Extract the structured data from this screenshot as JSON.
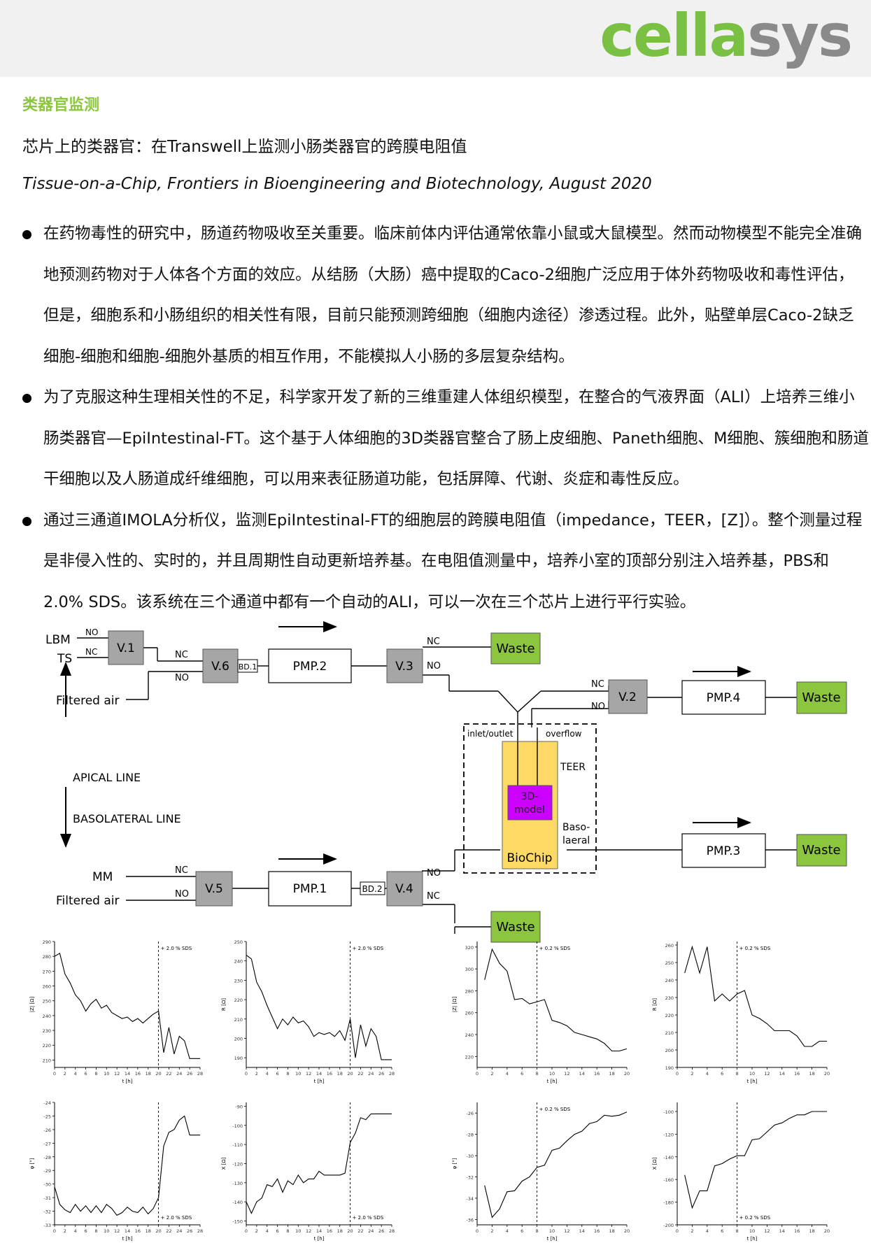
{
  "header": {
    "logo_left": "cella",
    "logo_right": "sys",
    "green": "#7ac143",
    "gray": "#8a8a8a"
  },
  "section_title": "类器官监测",
  "subtitle": "芯片上的类器官：在Transwell上监测小肠类器官的跨膜电阻值",
  "citation": "Tissue-on-a-Chip, Frontiers in Bioengineering and Biotechnology, August 2020",
  "bullets": [
    "在药物毒性的研究中，肠道药物吸收至关重要。临床前体内评估通常依靠小鼠或大鼠模型。然而动物模型不能完全准确地预测药物对于人体各个方面的效应。从结肠（大肠）癌中提取的Caco-2细胞广泛应用于体外药物吸收和毒性评估，但是，细胞系和小肠组织的相关性有限，目前只能预测跨细胞（细胞内途径）渗透过程。此外，贴壁单层Caco-2缺乏细胞-细胞和细胞-细胞外基质的相互作用，不能模拟人小肠的多层复杂结构。",
    "为了克服这种生理相关性的不足，科学家开发了新的三维重建人体组织模型，在整合的气液界面（ALI）上培养三维小肠类器官—EpiIntestinal-FT。这个基于人体细胞的3D类器官整合了肠上皮细胞、Paneth细胞、M细胞、簇细胞和肠道干细胞以及人肠道成纤维细胞，可以用来表征肠道功能，包括屏障、代谢、炎症和毒性反应。",
    "通过三通道IMOLA分析仪，监测EpiIntestinal-FT的细胞层的跨膜电阻值（impedance，TEER，[Z]）。整个测量过程是非侵入性的、实时的，并且周期性自动更新培养基。在电阻值测量中，培养小室的顶部分别注入培养基，PBS和2.0% SDS。该系统在三个通道中都有一个自动的ALI，可以一次在三个芯片上进行平行实验。"
  ],
  "diagram": {
    "inputs": {
      "lbm": "LBM",
      "ts": "TS",
      "filtered_air_top": "Filtered air",
      "mm": "MM",
      "filtered_air_bottom": "Filtered air"
    },
    "valves": {
      "v1": "V.1",
      "v2": "V.2",
      "v3": "V.3",
      "v4": "V.4",
      "v5": "V.5",
      "v6": "V.6"
    },
    "pumps": {
      "pmp1": "PMP.1",
      "pmp2": "PMP.2",
      "pmp3": "PMP.3",
      "pmp4": "PMP.4"
    },
    "bubble_detectors": {
      "bd1": "BD.1",
      "bd2": "BD.2"
    },
    "waste": "Waste",
    "no": "NO",
    "nc": "NC",
    "inlet_outlet": "inlet/outlet",
    "overflow": "overflow",
    "teer": "TEER",
    "model_line1": "3D-",
    "model_line2": "model",
    "baso_line1": "Baso-",
    "baso_line2": "laeral",
    "biochip": "BioChip",
    "apical_line": "APICAL LINE",
    "basolateral_line": "BASOLATERAL LINE",
    "colors": {
      "valve": "#a6a6a6",
      "waste": "#8cc63f",
      "chip": "#ffd966",
      "model": "#cc00ff"
    }
  },
  "chart_data": [
    {
      "type": "line",
      "ylabel": "|Z| [Ω]",
      "xlabel": "t [h]",
      "xlim": [
        0,
        28
      ],
      "ylim": [
        205,
        290
      ],
      "xticks": [
        0,
        2,
        4,
        6,
        8,
        10,
        12,
        14,
        16,
        18,
        20,
        22,
        24,
        26,
        28
      ],
      "yticks": [
        210,
        220,
        230,
        240,
        250,
        260,
        270,
        280,
        290
      ],
      "annotation": "+ 2.0 % SDS",
      "annotation_x": 20,
      "annotation_pos": "top",
      "x": [
        0,
        1,
        2,
        3,
        4,
        5,
        6,
        7,
        8,
        9,
        10,
        11,
        12,
        13,
        14,
        15,
        16,
        17,
        18,
        19,
        20,
        21,
        22,
        23,
        24,
        25,
        26,
        27,
        28
      ],
      "y": [
        280,
        282,
        268,
        262,
        254,
        250,
        243,
        248,
        251,
        245,
        247,
        242,
        240,
        238,
        239,
        236,
        238,
        235,
        238,
        241,
        243,
        215,
        232,
        214,
        226,
        223,
        211,
        211,
        211
      ]
    },
    {
      "type": "line",
      "ylabel": "R [Ω]",
      "xlabel": "t [h]",
      "xlim": [
        0,
        28
      ],
      "ylim": [
        185,
        250
      ],
      "xticks": [
        0,
        2,
        4,
        6,
        8,
        10,
        12,
        14,
        16,
        18,
        20,
        22,
        24,
        26,
        28
      ],
      "yticks": [
        190,
        200,
        210,
        220,
        230,
        240,
        250
      ],
      "annotation": "+ 2.0 % SDS",
      "annotation_x": 20,
      "annotation_pos": "top",
      "x": [
        0,
        1,
        2,
        3,
        4,
        5,
        6,
        7,
        8,
        9,
        10,
        11,
        12,
        13,
        14,
        15,
        16,
        17,
        18,
        19,
        20,
        21,
        22,
        23,
        24,
        25,
        26,
        27,
        28
      ],
      "y": [
        243,
        241,
        229,
        224,
        217,
        211,
        205,
        210,
        207,
        211,
        208,
        209,
        206,
        201,
        203,
        202,
        203,
        201,
        204,
        199,
        210,
        190,
        207,
        196,
        205,
        201,
        189,
        189,
        189
      ]
    },
    {
      "type": "line",
      "ylabel": "|Z| [Ω]",
      "xlabel": "t [h]",
      "xlim": [
        0,
        20
      ],
      "ylim": [
        210,
        325
      ],
      "xticks": [
        0,
        2,
        4,
        6,
        8,
        10,
        12,
        14,
        16,
        18,
        20
      ],
      "yticks": [
        220,
        240,
        260,
        280,
        300,
        320
      ],
      "annotation": "+ 0.2 % SDS",
      "annotation_x": 8,
      "annotation_pos": "top",
      "x": [
        1,
        2,
        3,
        4,
        5,
        6,
        7,
        8,
        9,
        10,
        11,
        12,
        13,
        14,
        15,
        16,
        17,
        18,
        19,
        20
      ],
      "y": [
        290,
        318,
        305,
        298,
        272,
        273,
        268,
        270,
        272,
        253,
        251,
        248,
        242,
        240,
        238,
        236,
        232,
        225,
        225,
        227
      ]
    },
    {
      "type": "line",
      "ylabel": "R [Ω]",
      "xlabel": "t [h]",
      "xlim": [
        0,
        20
      ],
      "ylim": [
        190,
        262
      ],
      "xticks": [
        0,
        2,
        4,
        6,
        8,
        10,
        12,
        14,
        16,
        18,
        20
      ],
      "yticks": [
        190,
        200,
        210,
        220,
        230,
        240,
        250,
        260
      ],
      "annotation": "+ 0.2 % SDS",
      "annotation_x": 8,
      "annotation_pos": "top",
      "x": [
        1,
        2,
        3,
        4,
        5,
        6,
        7,
        8,
        9,
        10,
        11,
        12,
        13,
        14,
        15,
        16,
        17,
        18,
        19,
        20
      ],
      "y": [
        244,
        259,
        244,
        259,
        228,
        232,
        228,
        232,
        234,
        220,
        218,
        215,
        211,
        211,
        211,
        208,
        202,
        202,
        205,
        205
      ]
    },
    {
      "type": "line",
      "ylabel": "φ [°]",
      "xlabel": "t [h]",
      "xlim": [
        0,
        28
      ],
      "ylim": [
        -33,
        -24
      ],
      "xticks": [
        0,
        2,
        4,
        6,
        8,
        10,
        12,
        14,
        16,
        18,
        20,
        22,
        24,
        26,
        28
      ],
      "yticks": [
        -33,
        -32,
        -31,
        -30,
        -29,
        -28,
        -27,
        -26,
        -25,
        -24
      ],
      "annotation": "+ 2.0 % SDS",
      "annotation_x": 20,
      "annotation_pos": "bottom",
      "x": [
        0,
        1,
        2,
        3,
        4,
        5,
        6,
        7,
        8,
        9,
        10,
        11,
        12,
        13,
        14,
        15,
        16,
        17,
        18,
        19,
        20,
        21,
        22,
        23,
        24,
        25,
        26,
        27,
        28
      ],
      "y": [
        -30.2,
        -31.5,
        -31.9,
        -32.1,
        -31.5,
        -32.0,
        -31.6,
        -32.1,
        -31.6,
        -32.1,
        -31.5,
        -31.8,
        -32.3,
        -32.1,
        -31.7,
        -32.0,
        -32.1,
        -31.7,
        -32.2,
        -31.8,
        -31.0,
        -27.2,
        -26.2,
        -26.0,
        -25.3,
        -25.0,
        -26.4,
        -26.4,
        -26.4
      ]
    },
    {
      "type": "line",
      "ylabel": "X [Ω]",
      "xlabel": "t [h]",
      "xlim": [
        0,
        28
      ],
      "ylim": [
        -152,
        -88
      ],
      "xticks": [
        0,
        2,
        4,
        6,
        8,
        10,
        12,
        14,
        16,
        18,
        20,
        22,
        24,
        26,
        28
      ],
      "yticks": [
        -150,
        -140,
        -130,
        -120,
        -110,
        -100,
        -90
      ],
      "annotation": "+ 2.0 % SDS",
      "annotation_x": 20,
      "annotation_pos": "bottom",
      "x": [
        0,
        1,
        2,
        3,
        4,
        5,
        6,
        7,
        8,
        9,
        10,
        11,
        12,
        13,
        14,
        15,
        16,
        17,
        18,
        19,
        20,
        21,
        22,
        23,
        24,
        25,
        26,
        27,
        28
      ],
      "y": [
        -140,
        -146,
        -140,
        -138,
        -131,
        -132,
        -128,
        -135,
        -129,
        -131,
        -126,
        -130,
        -128,
        -128,
        -124,
        -126,
        -126,
        -126,
        -126,
        -125,
        -109,
        -104,
        -96,
        -97,
        -94,
        -94,
        -94,
        -94,
        -94
      ]
    },
    {
      "type": "line",
      "ylabel": "φ [°]",
      "xlabel": "t [h]",
      "xlim": [
        0,
        20
      ],
      "ylim": [
        -36.5,
        -25
      ],
      "xticks": [
        0,
        2,
        4,
        6,
        8,
        10,
        12,
        14,
        16,
        18,
        20
      ],
      "yticks": [
        -36,
        -34,
        -32,
        -30,
        -28,
        -26
      ],
      "annotation": "+ 0.2 % SDS",
      "annotation_x": 8,
      "annotation_pos": "top",
      "x": [
        1,
        2,
        3,
        4,
        5,
        6,
        7,
        8,
        9,
        10,
        11,
        12,
        13,
        14,
        15,
        16,
        17,
        18,
        19,
        20
      ],
      "y": [
        -32.8,
        -35.8,
        -35.0,
        -33.4,
        -33.3,
        -32.4,
        -32.0,
        -31.1,
        -30.9,
        -29.5,
        -29.3,
        -28.6,
        -28.0,
        -27.7,
        -27.0,
        -26.8,
        -26.2,
        -26.3,
        -26.2,
        -25.9
      ]
    },
    {
      "type": "line",
      "ylabel": "X [Ω]",
      "xlabel": "t [h]",
      "xlim": [
        0,
        20
      ],
      "ylim": [
        -200,
        -92
      ],
      "xticks": [
        0,
        2,
        4,
        6,
        8,
        10,
        12,
        14,
        16,
        18,
        20
      ],
      "yticks": [
        -200,
        -180,
        -160,
        -140,
        -120,
        -100
      ],
      "annotation": "+ 0.2 % SDS",
      "annotation_x": 8,
      "annotation_pos": "bottom",
      "x": [
        1,
        2,
        3,
        4,
        5,
        6,
        7,
        8,
        9,
        10,
        11,
        12,
        13,
        14,
        15,
        16,
        17,
        18,
        19,
        20
      ],
      "y": [
        -156,
        -185,
        -170,
        -170,
        -148,
        -146,
        -142,
        -139,
        -139,
        -125,
        -124,
        -118,
        -112,
        -110,
        -106,
        -103,
        -103,
        -100,
        -100,
        -100
      ]
    }
  ]
}
